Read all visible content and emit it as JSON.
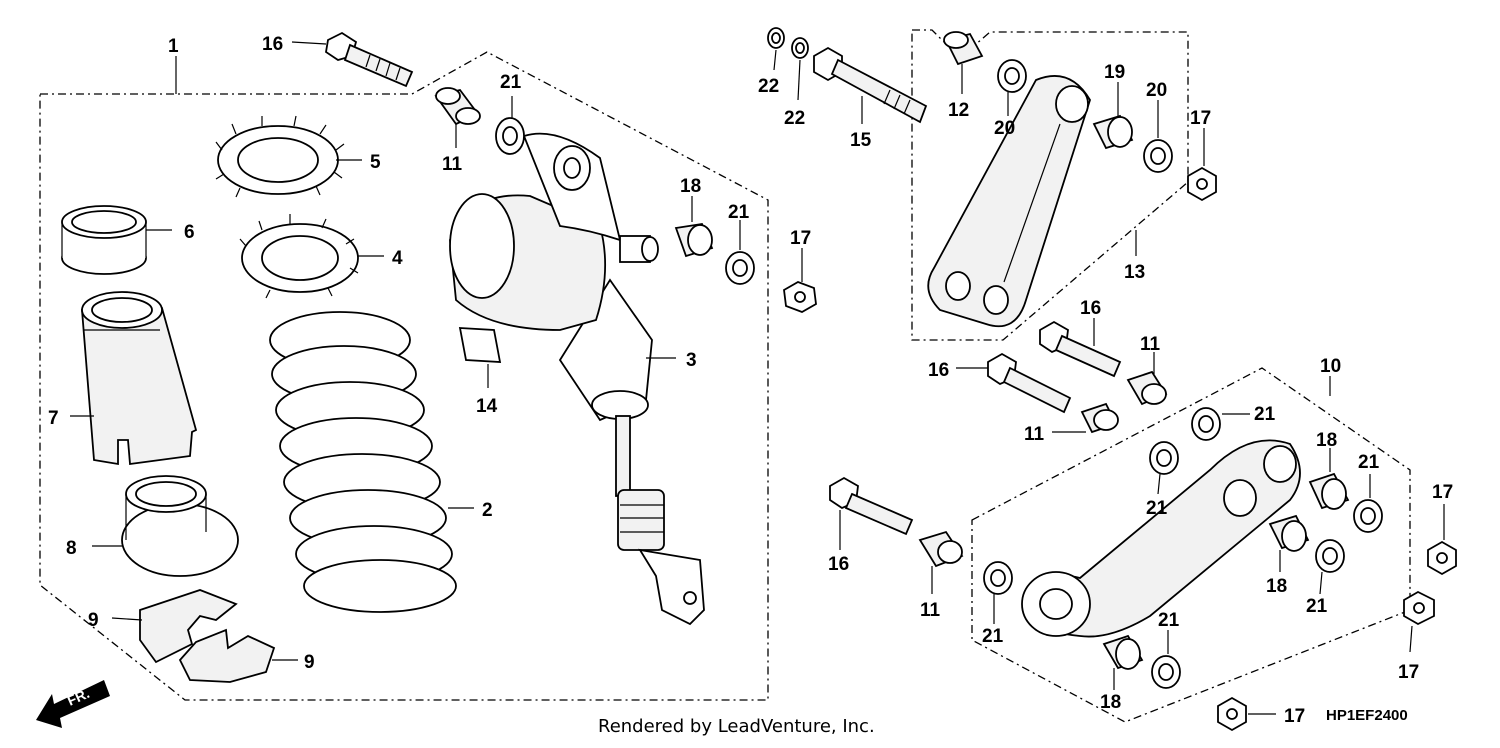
{
  "callouts": {
    "c1": "1",
    "c2": "2",
    "c3": "3",
    "c4": "4",
    "c5": "5",
    "c6": "6",
    "c7": "7",
    "c8": "8",
    "c9a": "9",
    "c9b": "9",
    "c10": "10",
    "c11a": "11",
    "c11b": "11",
    "c11c": "11",
    "c11d": "11",
    "c12": "12",
    "c13": "13",
    "c14": "14",
    "c15": "15",
    "c16a": "16",
    "c16b": "16",
    "c16c": "16",
    "c16d": "16",
    "c17a": "17",
    "c17b": "17",
    "c17c": "17",
    "c17d": "17",
    "c17e": "17",
    "c18a": "18",
    "c18b": "18",
    "c18c": "18",
    "c18d": "18",
    "c19": "19",
    "c20a": "20",
    "c20b": "20",
    "c21a": "21",
    "c21b": "21",
    "c21c": "21",
    "c21d": "21",
    "c21e": "21",
    "c21f": "21",
    "c21g": "21",
    "c21h": "21",
    "c22a": "22",
    "c22b": "22"
  },
  "footer_text": "Rendered by LeadVenture, Inc.",
  "diagram_code": "HP1EF2400",
  "direction_label": "FR."
}
